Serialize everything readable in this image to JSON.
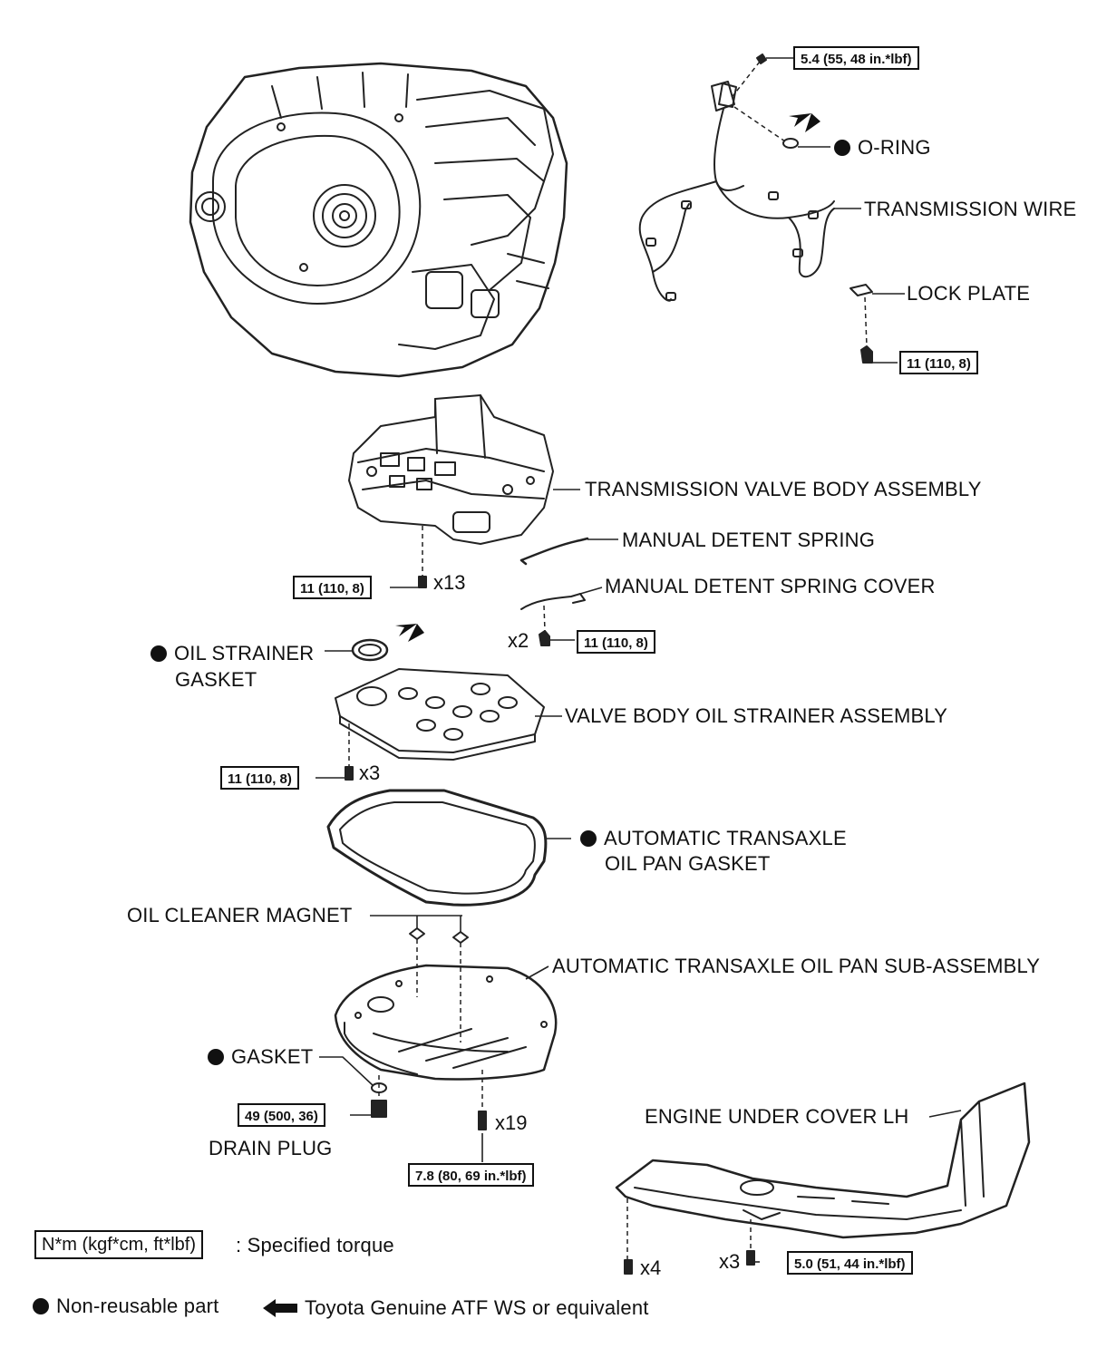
{
  "labels": {
    "o_ring": "O-RING",
    "transmission_wire": "TRANSMISSION WIRE",
    "lock_plate": "LOCK PLATE",
    "valve_body": "TRANSMISSION VALVE BODY ASSEMBLY",
    "detent_spring": "MANUAL DETENT SPRING",
    "detent_spring_cover": "MANUAL DETENT SPRING COVER",
    "strainer_gasket_1": "OIL STRAINER",
    "strainer_gasket_2": "GASKET",
    "oil_strainer": "VALVE BODY OIL STRAINER ASSEMBLY",
    "pan_gasket_1": "AUTOMATIC TRANSAXLE",
    "pan_gasket_2": "OIL PAN GASKET",
    "magnet": "OIL CLEANER MAGNET",
    "oil_pan": "AUTOMATIC TRANSAXLE OIL PAN SUB-ASSEMBLY",
    "gasket": "GASKET",
    "drain_plug": "DRAIN PLUG",
    "under_cover": "ENGINE UNDER COVER LH"
  },
  "torques": {
    "wire_bolt": "5.4 (55, 48 in.*lbf)",
    "lock_plate_bolt": "11 (110, 8)",
    "valve_body_bolts": "11 (110, 8)",
    "detent_cover_bolts": "11 (110, 8)",
    "strainer_bolts": "11 (110, 8)",
    "drain_plug": "49 (500, 36)",
    "oil_pan_bolts": "7.8 (80, 69 in.*lbf)",
    "under_cover_bolts": "5.0 (51, 44 in.*lbf)"
  },
  "counts": {
    "valve_body": "x13",
    "detent_cover": "x2",
    "strainer": "x3",
    "oil_pan": "x19",
    "under_cover_a": "x4",
    "under_cover_b": "x3"
  },
  "legend": {
    "torque_format": "N*m (kgf*cm, ft*lbf)",
    "torque_text": ": Specified torque",
    "non_reusable": "Non-reusable part",
    "atf": "Toyota Genuine ATF WS or equivalent"
  }
}
